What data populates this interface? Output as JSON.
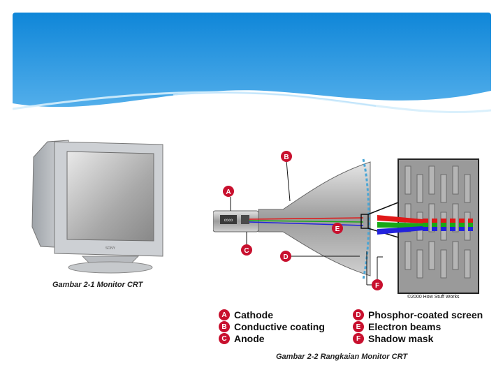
{
  "captions": {
    "figure1": "Gambar 2-1 Monitor CRT",
    "figure2": "Gambar 2-2 Rangkaian Monitor CRT"
  },
  "markers": {
    "A": "A",
    "B": "B",
    "C": "C",
    "D": "D",
    "E": "E",
    "F": "F"
  },
  "legend": [
    {
      "key": "A",
      "label": "Cathode"
    },
    {
      "key": "B",
      "label": "Conductive coating"
    },
    {
      "key": "C",
      "label": "Anode"
    },
    {
      "key": "D",
      "label": "Phosphor-coated screen"
    },
    {
      "key": "E",
      "label": "Electron beams"
    },
    {
      "key": "F",
      "label": "Shadow mask"
    }
  ],
  "copyright": "©2000 How Stuff Works",
  "monitor_brand": "SONY",
  "colors": {
    "header_top": "#1a8fdc",
    "header_bottom": "#7fc6f2",
    "marker_red": "#c8102e",
    "beam_red": "#e01818",
    "beam_green": "#18a818",
    "beam_blue": "#2222dd"
  }
}
